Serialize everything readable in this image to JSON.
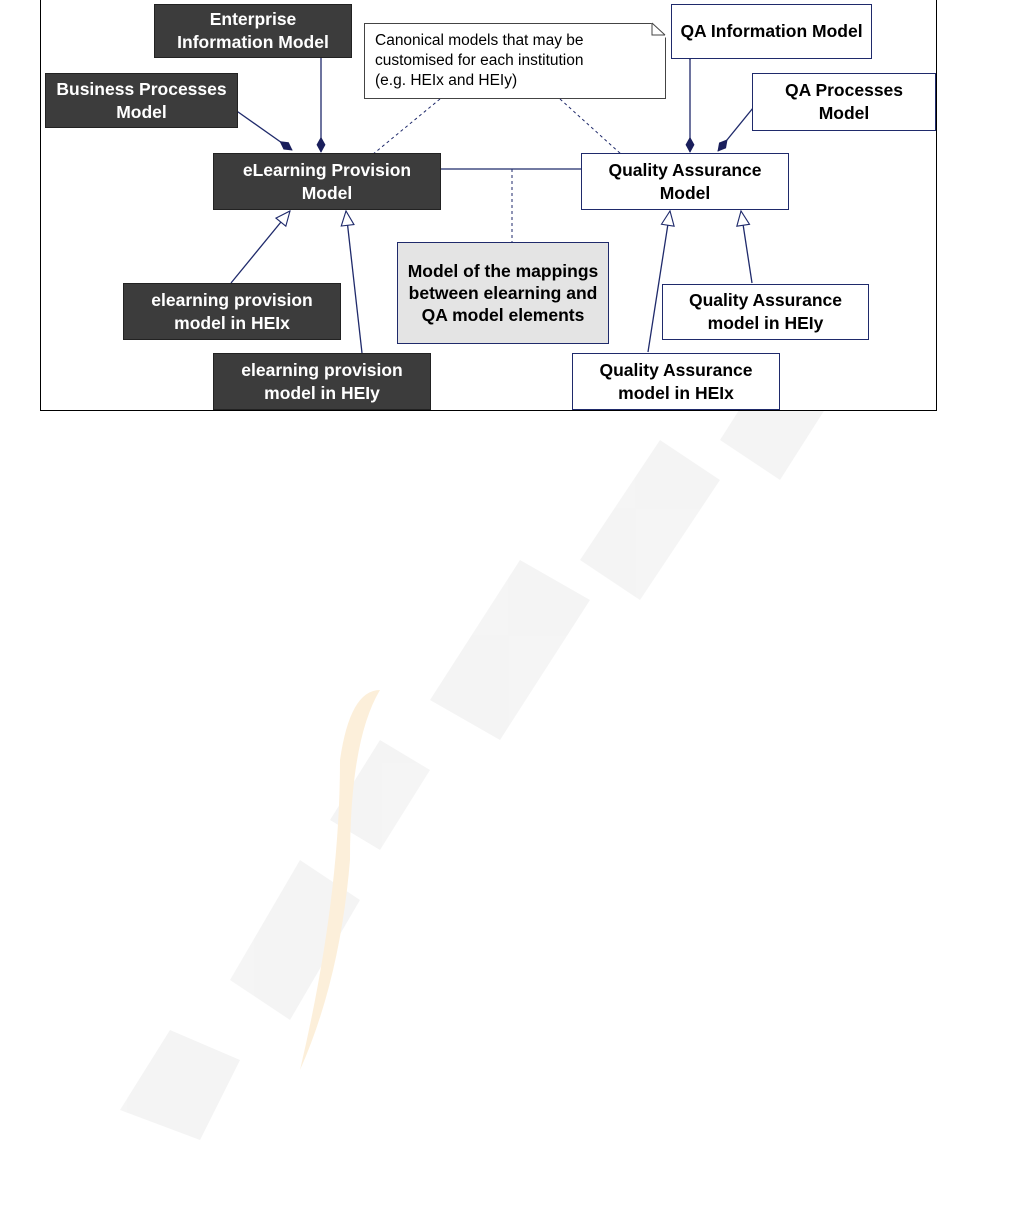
{
  "diagram": {
    "nodes": {
      "enterprise_information_model": "Enterprise Information Model",
      "business_processes_model": "Business Processes Model",
      "elearning_provision_model": "eLearning Provision Model",
      "elearning_provision_hei_x": "elearning provision model in HEIx",
      "elearning_provision_hei_y": "elearning provision model in HEIy",
      "mapping_model": "Model of the mappings between elearning and QA model elements",
      "qa_information_model": "QA Information Model",
      "qa_processes_model": "QA Processes Model",
      "quality_assurance_model": "Quality Assurance Model",
      "qa_model_hei_y": "Quality Assurance model in HEIy",
      "qa_model_hei_x": "Quality Assurance model in HEIx"
    },
    "note": {
      "line1": "Canonical models that may be",
      "line2": "customised for each institution",
      "line3": "(e.g. HEIx and HEIy)"
    },
    "colors": {
      "dark_node": "#3c3c3c",
      "light_node": "#ffffff",
      "mapping_node": "#e4e4e4",
      "connector": "#1f2a6b",
      "watermark_grey": "#e6e6e6",
      "watermark_orange": "#f7c47a"
    }
  }
}
